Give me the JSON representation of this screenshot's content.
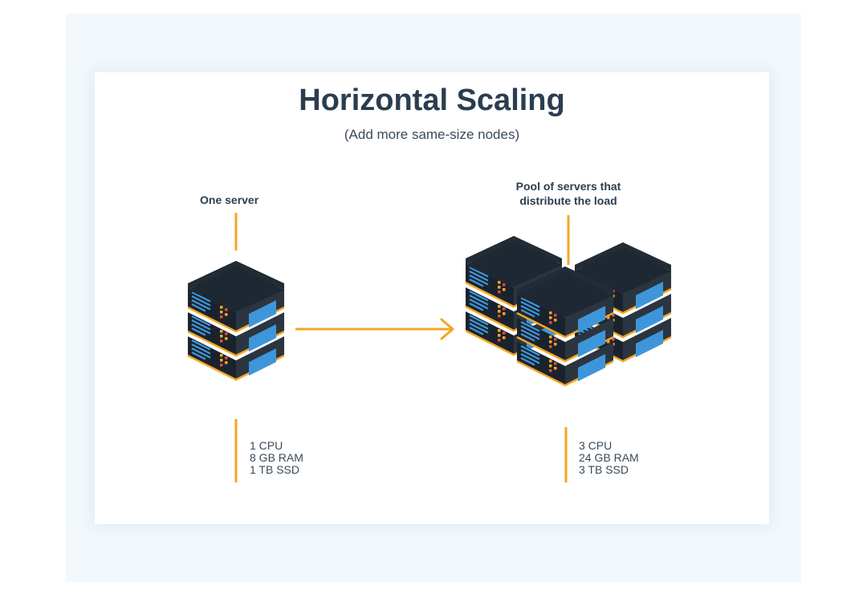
{
  "title": "Horizontal Scaling",
  "subtitle": "(Add more same-size nodes)",
  "left": {
    "label": "One server",
    "specs": [
      "1 CPU",
      "8 GB RAM",
      "1 TB SSD"
    ]
  },
  "right": {
    "label_line1": "Pool of servers that",
    "label_line2": "distribute the load",
    "specs": [
      "3 CPU",
      "24 GB RAM",
      "3 TB SSD"
    ]
  },
  "colors": {
    "accent": "#f4a623",
    "server_body": "#1c2630",
    "server_top": "#2a3744",
    "screen": "#3e96da",
    "title": "#2b3d50"
  },
  "icons": [
    "server-rack-icon",
    "arrow-right-icon"
  ]
}
